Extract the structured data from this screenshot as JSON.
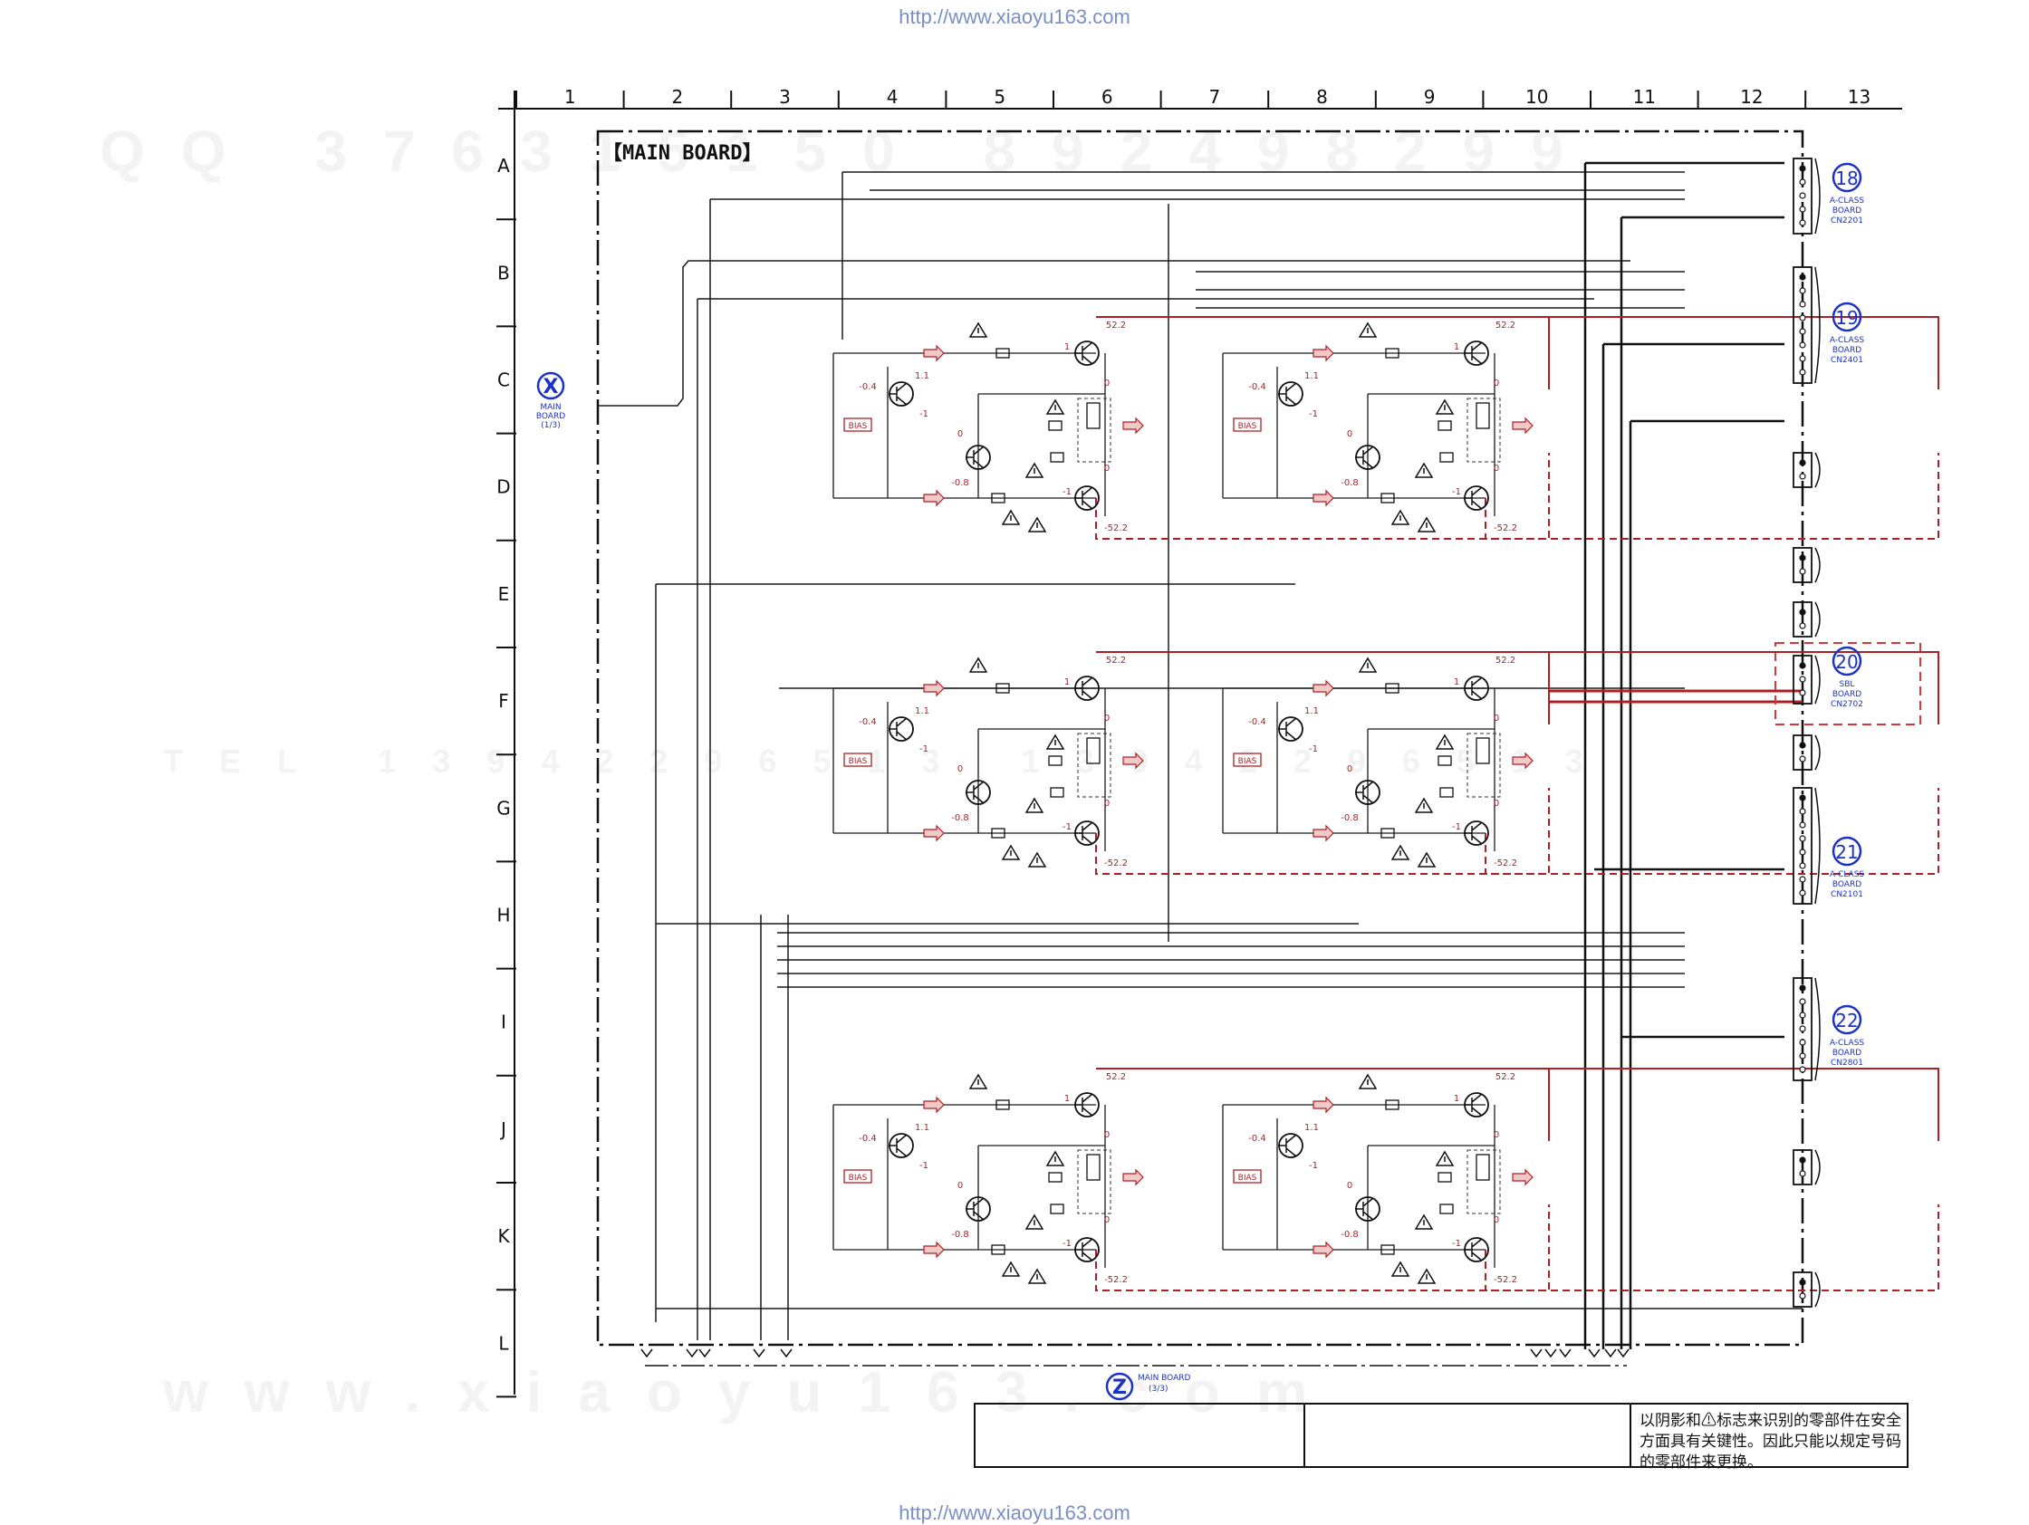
{
  "header_url": "http://www.xiaoyu163.com",
  "footer_url": "http://www.xiaoyu163.com",
  "watermarks": {
    "qq": "QQ 376315150   892498299",
    "tel": "TEL 13942296513   13942296513",
    "site": "www.xiaoyu163.com"
  },
  "grid": {
    "columns": [
      "1",
      "2",
      "3",
      "4",
      "5",
      "6",
      "7",
      "8",
      "9",
      "10",
      "11",
      "12",
      "13"
    ],
    "rows": [
      "A",
      "B",
      "C",
      "D",
      "E",
      "F",
      "G",
      "H",
      "I",
      "J",
      "K",
      "L"
    ]
  },
  "board_title": "【MAIN BOARD】",
  "connector_x": {
    "symbol": "X",
    "line1": "MAIN",
    "line2": "BOARD",
    "line3": "(1/3)"
  },
  "connector_z": {
    "symbol": "Z",
    "line1": "MAIN BOARD",
    "line2": "(3/3)"
  },
  "amp_stage": {
    "vcc": "52.2",
    "vee": "-52.2",
    "v1": "1.1",
    "v2": "-0.4",
    "v3": "-1",
    "v4": "0",
    "v5": "-0.8",
    "v6": "1",
    "v7": "-1",
    "v8": "0",
    "bias": "BIAS"
  },
  "boards": [
    {
      "num": "18",
      "line1": "A-CLASS",
      "line2": "BOARD",
      "line3": "CN2201"
    },
    {
      "num": "19",
      "line1": "A-CLASS",
      "line2": "BOARD",
      "line3": "CN2401"
    },
    {
      "num": "20",
      "line1": "SBL",
      "line2": "BOARD",
      "line3": "CN2702"
    },
    {
      "num": "21",
      "line1": "A-CLASS",
      "line2": "BOARD",
      "line3": "CN2101"
    },
    {
      "num": "22",
      "line1": "A-CLASS",
      "line2": "BOARD",
      "line3": "CN2801"
    }
  ],
  "safety_note": "以阴影和⚠标志来识别的零部件在安全方面具有关键性。因此只能以规定号码的零部件来更换。",
  "colors": {
    "wire": "#1a1a1a",
    "red": "#b01f24",
    "blue": "#1c32c4",
    "url": "#7a8fc6",
    "watermark": "#f2f2f2"
  }
}
